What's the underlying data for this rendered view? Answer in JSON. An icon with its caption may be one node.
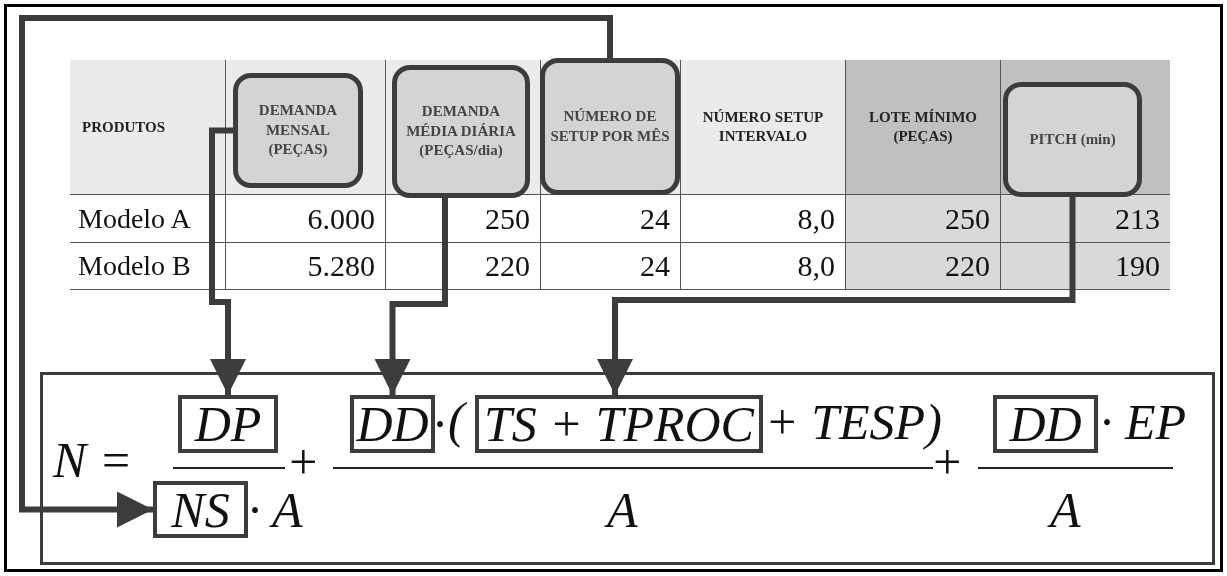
{
  "diagram": {
    "nodes": [
      {
        "text": [
          "DEMANDA MENSAL (PEÇAS)"
        ]
      },
      {
        "text": [
          "DEMANDA MÉDIA DIÁRIA (PEÇAS/dia)"
        ]
      },
      {
        "text": [
          "NÚMERO DE SETUP POR MÊS"
        ]
      },
      {
        "text": [
          "PITCH (min)"
        ]
      },
      {
        "text": [],
        "shape": "box"
      },
      {
        "text": [
          "DP"
        ],
        "in": 4
      },
      {
        "text": [
          "DD"
        ],
        "in": 4
      },
      {
        "text": [
          "TS + TPROC"
        ],
        "in": 4
      },
      {
        "text": [
          "DD"
        ],
        "in": 4
      },
      {
        "text": [
          "NS"
        ],
        "in": 4
      }
    ],
    "edges": [
      {
        "from": 0,
        "to": 5,
        "arrow": "to"
      },
      {
        "from": 1,
        "to": 6,
        "arrow": "to"
      },
      {
        "from": 2,
        "to": 9,
        "arrow": "to"
      },
      {
        "from": 3,
        "to": 7,
        "arrow": "to"
      }
    ],
    "labels": [
      "PRODUTOS",
      "NÚMERO SETUP INTERVALO",
      "LOTE MÍNIMO (PEÇAS)",
      "Modelo A",
      "6.000",
      "250",
      "24",
      "8,0",
      "250",
      "213",
      "Modelo B",
      "5.280",
      "220",
      "24",
      "8,0",
      "220",
      "190",
      "N =",
      "·",
      "(",
      "+ TESP)",
      "· EP",
      "+",
      "+",
      "· A",
      "A",
      "A"
    ]
  }
}
